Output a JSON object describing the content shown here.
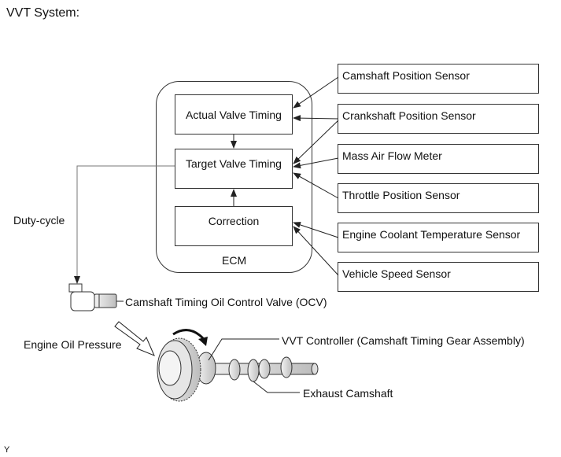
{
  "title": "VVT System:",
  "ecm": {
    "label": "ECM",
    "blocks": {
      "actual": "Actual Valve Timing",
      "target": "Target Valve Timing",
      "correction": "Correction"
    }
  },
  "sensors": [
    "Camshaft Position Sensor",
    "Crankshaft Position Sensor",
    "Mass Air Flow Meter",
    "Throttle Position Sensor",
    "Engine Coolant Temperature Sensor",
    "Vehicle Speed Sensor"
  ],
  "labels": {
    "duty_cycle": "Duty-cycle",
    "ocv": "Camshaft Timing Oil Control Valve (OCV)",
    "oil_pressure": "Engine Oil Pressure",
    "vvt_controller": "VVT Controller (Camshaft Timing Gear Assembly)",
    "exhaust_camshaft": "Exhaust Camshaft",
    "corner_mark": "Y"
  }
}
